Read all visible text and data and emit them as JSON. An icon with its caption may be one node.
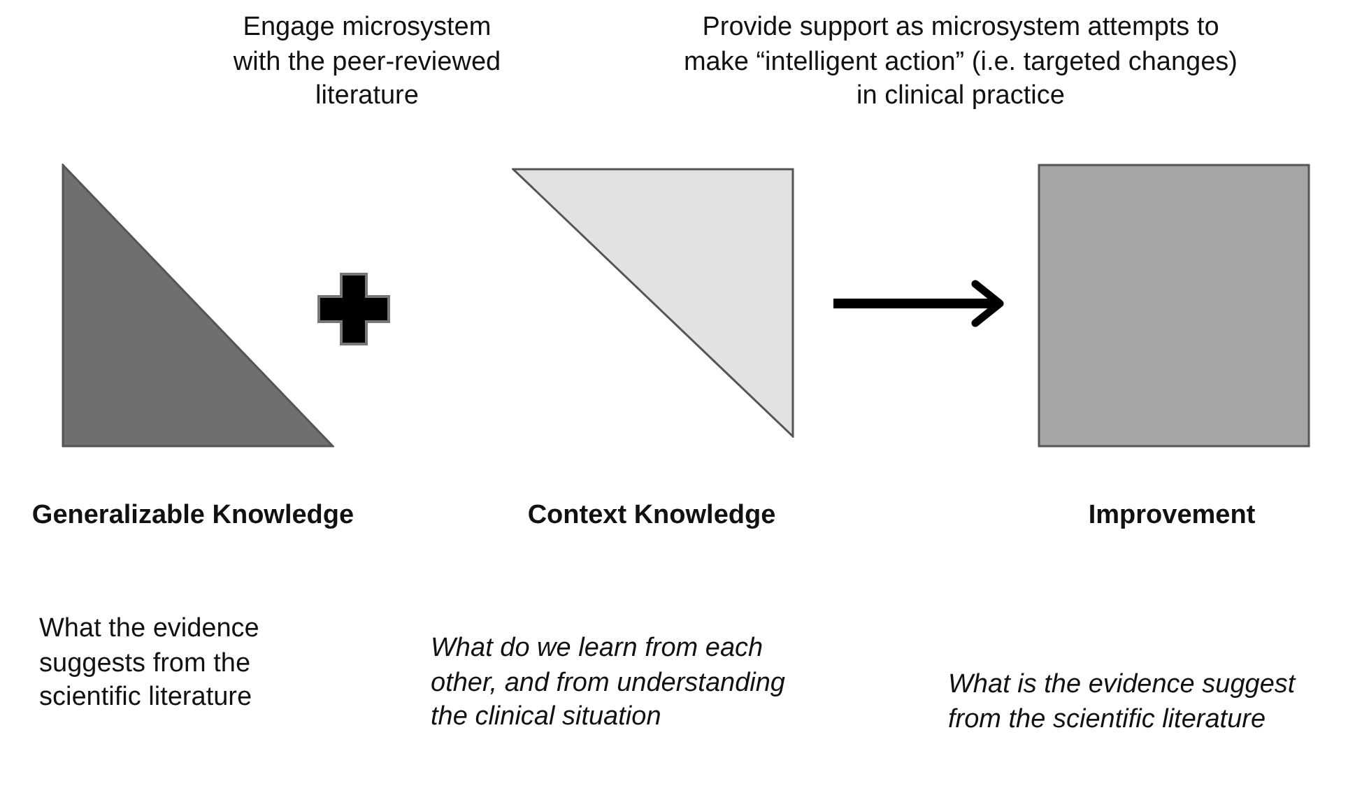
{
  "diagram": {
    "nodes": [
      {
        "text": [
          "Generalizable Knowledge",
          "What the evidence suggests from the scientific literature"
        ]
      },
      {
        "text": [
          "Context Knowledge",
          "What do we learn from each other, and from understanding the clinical situation"
        ],
        "beside": [
          "Engage microsystem with the peer-reviewed literature"
        ]
      },
      {
        "text": [
          "Improvement"
        ],
        "beside": [
          "Provide support as microsystem attempts to make “intelligent action” (i.e. targeted changes) in clinical practice"
        ]
      }
    ],
    "labels": [
      "What is the evidence suggest from the scientific literature"
    ],
    "edges": [
      {
        "from": 1,
        "to": 2,
        "arrow": "to"
      }
    ]
  }
}
